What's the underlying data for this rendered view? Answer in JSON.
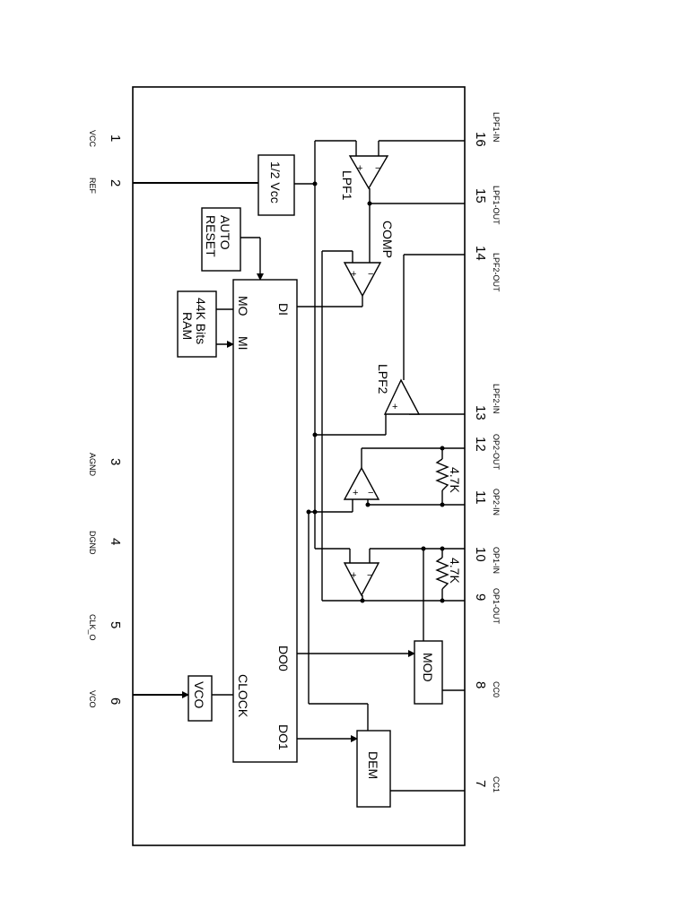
{
  "pins": {
    "p1": {
      "number": "1",
      "name": "VCC"
    },
    "p2": {
      "number": "2",
      "name": "REF"
    },
    "p3": {
      "number": "3",
      "name": "AGND"
    },
    "p4": {
      "number": "4",
      "name": "DGND"
    },
    "p5": {
      "number": "5",
      "name": "CLK_O"
    },
    "p6": {
      "number": "6",
      "name": "VCO"
    },
    "p7": {
      "number": "7",
      "name": "CC1"
    },
    "p8": {
      "number": "8",
      "name": "CC0"
    },
    "p9": {
      "number": "9",
      "name": "OP1-OUT"
    },
    "p10": {
      "number": "10",
      "name": "OP1-IN"
    },
    "p11": {
      "number": "11",
      "name": "OP2-IN"
    },
    "p12": {
      "number": "12",
      "name": "OP2-OUT"
    },
    "p13": {
      "number": "13",
      "name": "LPF2-IN"
    },
    "p14": {
      "number": "14",
      "name": "LPF2-OUT"
    },
    "p15": {
      "number": "15",
      "name": "LPF1-OUT"
    },
    "p16": {
      "number": "16",
      "name": "LPF1-IN"
    }
  },
  "blocks": {
    "half_vcc": "1/2 Vcc",
    "auto_reset_l1": "AUTO",
    "auto_reset_l2": "RESET",
    "ram_l1": "44K Bits",
    "ram_l2": "RAM",
    "vco": "VCO",
    "mod": "MOD",
    "dem": "DEM"
  },
  "logic_ports": {
    "di": "DI",
    "mo": "MO",
    "mi": "MI",
    "do0": "DO0",
    "do1": "DO1",
    "clock": "CLOCK"
  },
  "labels": {
    "lpf1": "LPF1",
    "lpf2": "LPF2",
    "comp": "COMP",
    "r1": "4.7K",
    "r2": "4.7K"
  },
  "signs": {
    "plus": "+",
    "minus": "−"
  }
}
